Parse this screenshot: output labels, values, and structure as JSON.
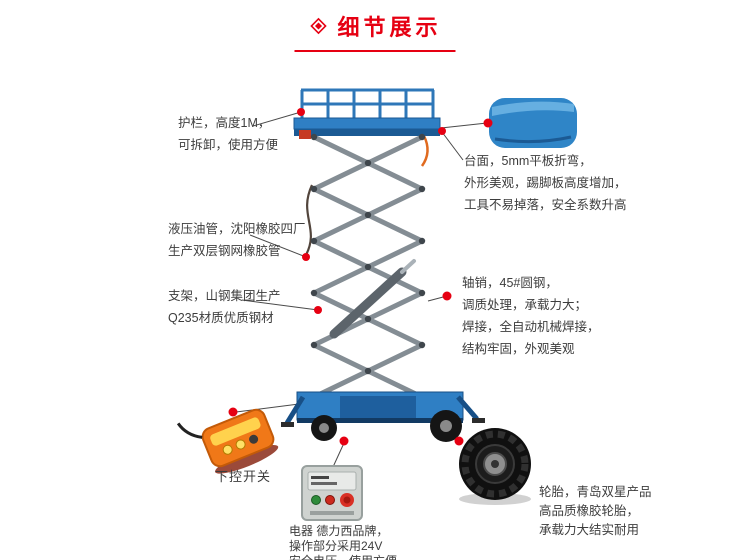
{
  "header": {
    "title": "细节展示",
    "accent_color": "#e60012",
    "icon": "diamond-ornament-icon"
  },
  "callouts": {
    "guardrail": {
      "lines": [
        "护栏，高度1M，",
        "可拆卸，使用方便"
      ]
    },
    "platform_deck": {
      "lines": [
        "台面，5mm平板折弯，",
        "外形美观，踢脚板高度增加，",
        "工具不易掉落，安全系数升高"
      ]
    },
    "hydraulic_hose": {
      "lines": [
        "液压油管，沈阳橡胶四厂",
        "生产双层钢网橡胶管"
      ]
    },
    "support_frame": {
      "lines": [
        "支架，山钢集团生产",
        "Q235材质优质钢材"
      ]
    },
    "axle_pin_weld": {
      "lines": [
        "轴销，45#圆钢，",
        "调质处理，承载力大；",
        "焊接，全自动机械焊接，",
        "结构牢固，外观美观"
      ]
    },
    "lower_control": {
      "label": "下控开关"
    },
    "electric": {
      "lines": [
        "电器 德力西品牌，",
        "操作部分采用24V",
        "安全电压，使用方便"
      ]
    },
    "tire": {
      "lines": [
        "轮胎，青岛双星产品",
        "高品质橡胶轮胎，",
        "承载力大结实耐用"
      ]
    }
  },
  "illustration": {
    "subject": "scissor-lift",
    "colors": {
      "lift_blue": "#2f7fc4",
      "lift_blue_dark": "#1b5a94",
      "scissor_gray": "#848d94",
      "marker_red": "#e60012",
      "remote_orange": "#f07818"
    }
  }
}
